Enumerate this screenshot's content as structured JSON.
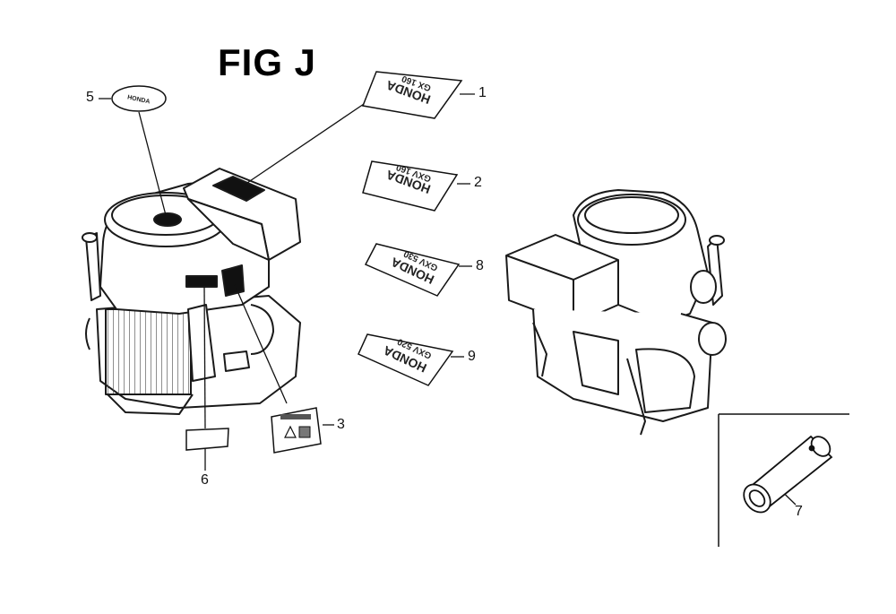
{
  "figure": {
    "title": "FIG J"
  },
  "callouts": {
    "c1": "1",
    "c2": "2",
    "c3": "3",
    "c5": "5",
    "c6": "6",
    "c7": "7",
    "c8": "8",
    "c9": "9"
  },
  "decals": {
    "d1": {
      "line1": "HONDA",
      "line2": "GX 160"
    },
    "d2": {
      "line1": "HONDA",
      "line2": "GXV 160"
    },
    "d8": {
      "line1": "HONDA",
      "line2": "GXV 530"
    },
    "d9": {
      "line1": "HONDA",
      "line2": "GXV 520"
    },
    "d5": "HONDA"
  },
  "colors": {
    "ink": "#1a1a1a",
    "hatch": "#555555",
    "background": "#ffffff"
  }
}
